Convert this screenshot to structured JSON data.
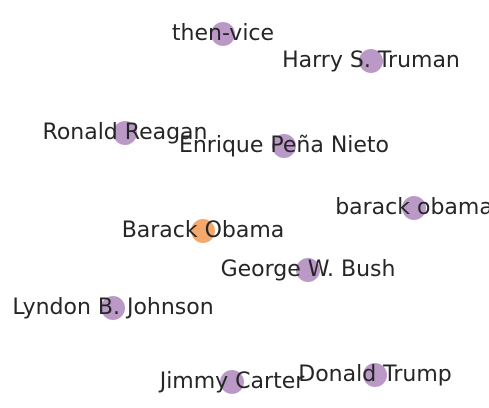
{
  "graph": {
    "colors": {
      "center": "#f4a86b",
      "neighbor": "#bb99c7",
      "label": "#262626",
      "background": "#ffffff"
    },
    "nodes": [
      {
        "id": "then-vice",
        "label": "then-vice",
        "role": "neighbor"
      },
      {
        "id": "harry-s-truman",
        "label": "Harry S. Truman",
        "role": "neighbor"
      },
      {
        "id": "ronald-reagan",
        "label": "Ronald Reagan",
        "role": "neighbor"
      },
      {
        "id": "enrique-pena-nieto",
        "label": "Enrique Peña Nieto",
        "role": "neighbor"
      },
      {
        "id": "barack-obama-lower",
        "label": "barack obama",
        "role": "neighbor"
      },
      {
        "id": "barack-obama",
        "label": "Barack Obama",
        "role": "center"
      },
      {
        "id": "george-w-bush",
        "label": "George W. Bush",
        "role": "neighbor"
      },
      {
        "id": "lyndon-b-johnson",
        "label": "Lyndon B. Johnson",
        "role": "neighbor"
      },
      {
        "id": "donald-trump",
        "label": "Donald Trump",
        "role": "neighbor"
      },
      {
        "id": "jimmy-carter",
        "label": "Jimmy Carter",
        "role": "neighbor"
      }
    ]
  }
}
